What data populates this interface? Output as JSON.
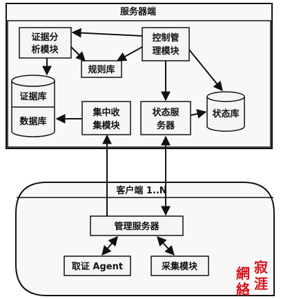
{
  "server": {
    "title": "服务器端",
    "evidence_analysis": [
      "证据分",
      "析模块"
    ],
    "control_management": [
      "控制管",
      "理模块"
    ],
    "rule_base": "规则库",
    "evidence_db": "证据库",
    "database": "数据库",
    "collect": [
      "集中收",
      "集模块"
    ],
    "state_server": [
      "状态服",
      "务器"
    ],
    "state_db": "状态库"
  },
  "client": {
    "title": "客户端 1..N",
    "manage_server": "管理服务器",
    "agent": "取证 Agent",
    "capture": "采集模块"
  },
  "watermark": [
    "網",
    "絡",
    "寂",
    "涯"
  ],
  "colors": {
    "line": "#111111",
    "fill": "#f7f7f7",
    "watermark": "#d8141b"
  }
}
